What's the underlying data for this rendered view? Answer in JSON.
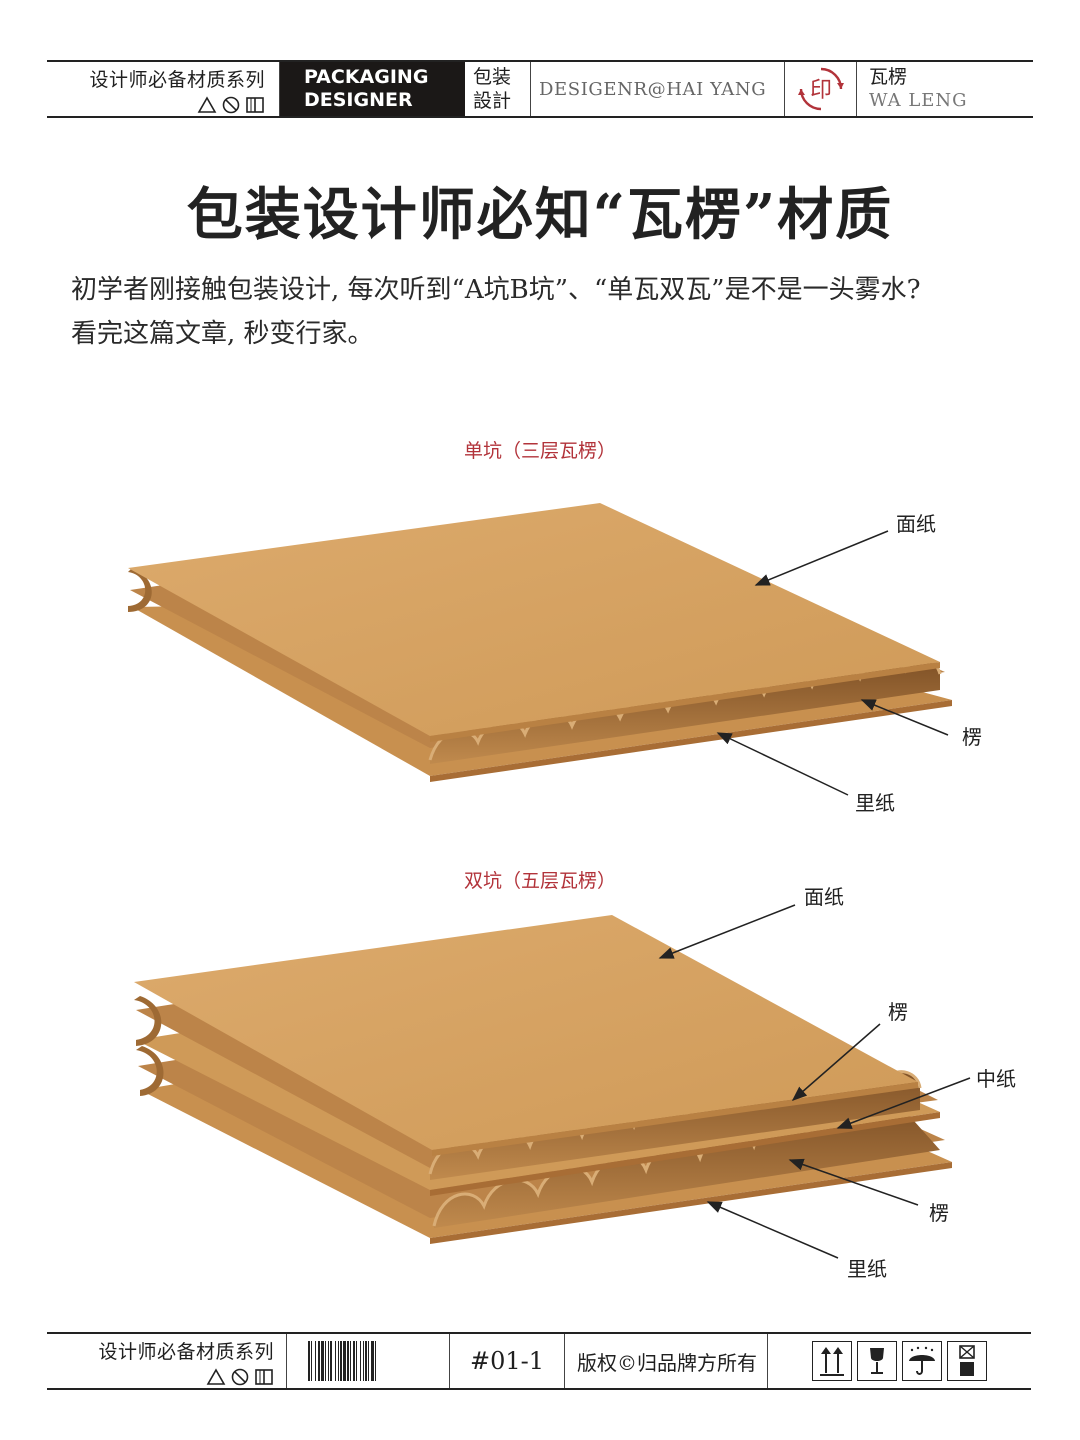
{
  "header": {
    "series": "设计师必备材质系列",
    "brand_line1": "PACKAGING",
    "brand_line2": "DESIGNER",
    "pack_line1": "包装",
    "pack_line2": "設計",
    "email": "DESIGENR@HAI YANG",
    "stamp_char": "印",
    "material_cn": "瓦楞",
    "material_en": "WA LENG",
    "symbols": [
      "triangle-icon",
      "no-entry-icon",
      "box-icon"
    ]
  },
  "title": "包装设计师必知“瓦楞”材质",
  "intro": {
    "line1": "初学者刚接触包装设计, 每次听到“A坑B坑”、“单瓦双瓦”是不是一头雾水?",
    "line2": "看完这篇文章, 秒变行家。"
  },
  "single": {
    "caption": "单坑（三层瓦楞）",
    "labels": {
      "top": "面纸",
      "flute": "楞",
      "bottom": "里纸"
    }
  },
  "double": {
    "caption": "双坑（五层瓦楞）",
    "labels": {
      "top": "面纸",
      "flute_upper": "楞",
      "middle": "中纸",
      "flute_lower": "楞",
      "bottom": "里纸"
    }
  },
  "footer": {
    "series": "设计师必备材质系列",
    "code": "#01-1",
    "copyright": "版权©归品牌方所有",
    "icons": [
      "this-way-up-icon",
      "fragile-icon",
      "keep-dry-icon",
      "no-stacking-icon"
    ]
  },
  "colors": {
    "board_face": "#d6a263",
    "board_dark": "#b0793f",
    "flute_inner": "#8f5c2b",
    "caption_red": "#b2333a",
    "brand_bg": "#1b1817"
  }
}
